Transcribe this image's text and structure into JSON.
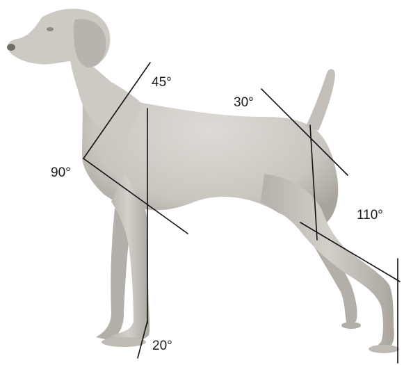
{
  "diagram": {
    "angles": {
      "shoulder_top": "45°",
      "chest": "90°",
      "croup": "30°",
      "hock": "110°",
      "pastern": "20°"
    },
    "colors": {
      "dog_body": "#c9c5bf",
      "dog_shadow": "#a9a49d",
      "dog_highlight": "#dedbd6",
      "line": "#111111",
      "background": "#ffffff"
    }
  }
}
